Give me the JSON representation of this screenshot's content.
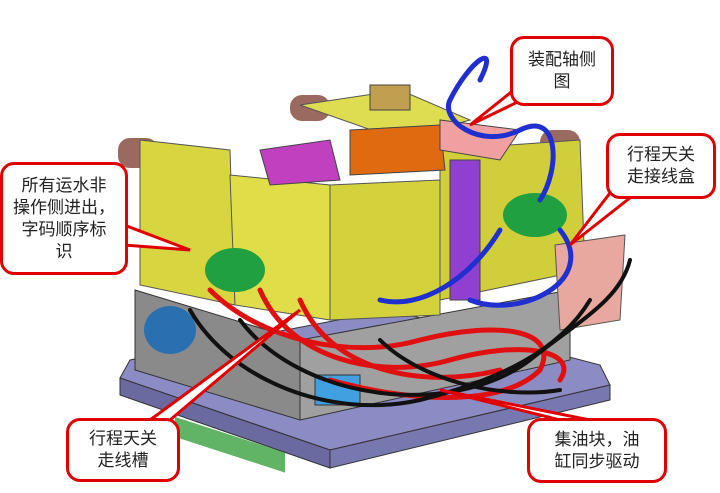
{
  "callouts": {
    "assembly_view": {
      "lines": [
        "装配轴侧",
        "图"
      ]
    },
    "junction_box": {
      "lines": [
        "行程天关",
        "走接线盒"
      ]
    },
    "water_lines": {
      "lines": [
        "所有运水非",
        "操作侧进出，",
        "字码顺序标",
        "识"
      ]
    },
    "wire_trough": {
      "lines": [
        "行程天关",
        "走线槽"
      ]
    },
    "oil_block": {
      "lines": [
        "集油块，油",
        "缸同步驱动"
      ]
    }
  },
  "colors": {
    "callout_border": "#e00000",
    "mold_yellow": "#d8d640",
    "hose_red": "#e01010",
    "hose_blue": "#2030d0",
    "base_plate": "#8a8ac0"
  }
}
